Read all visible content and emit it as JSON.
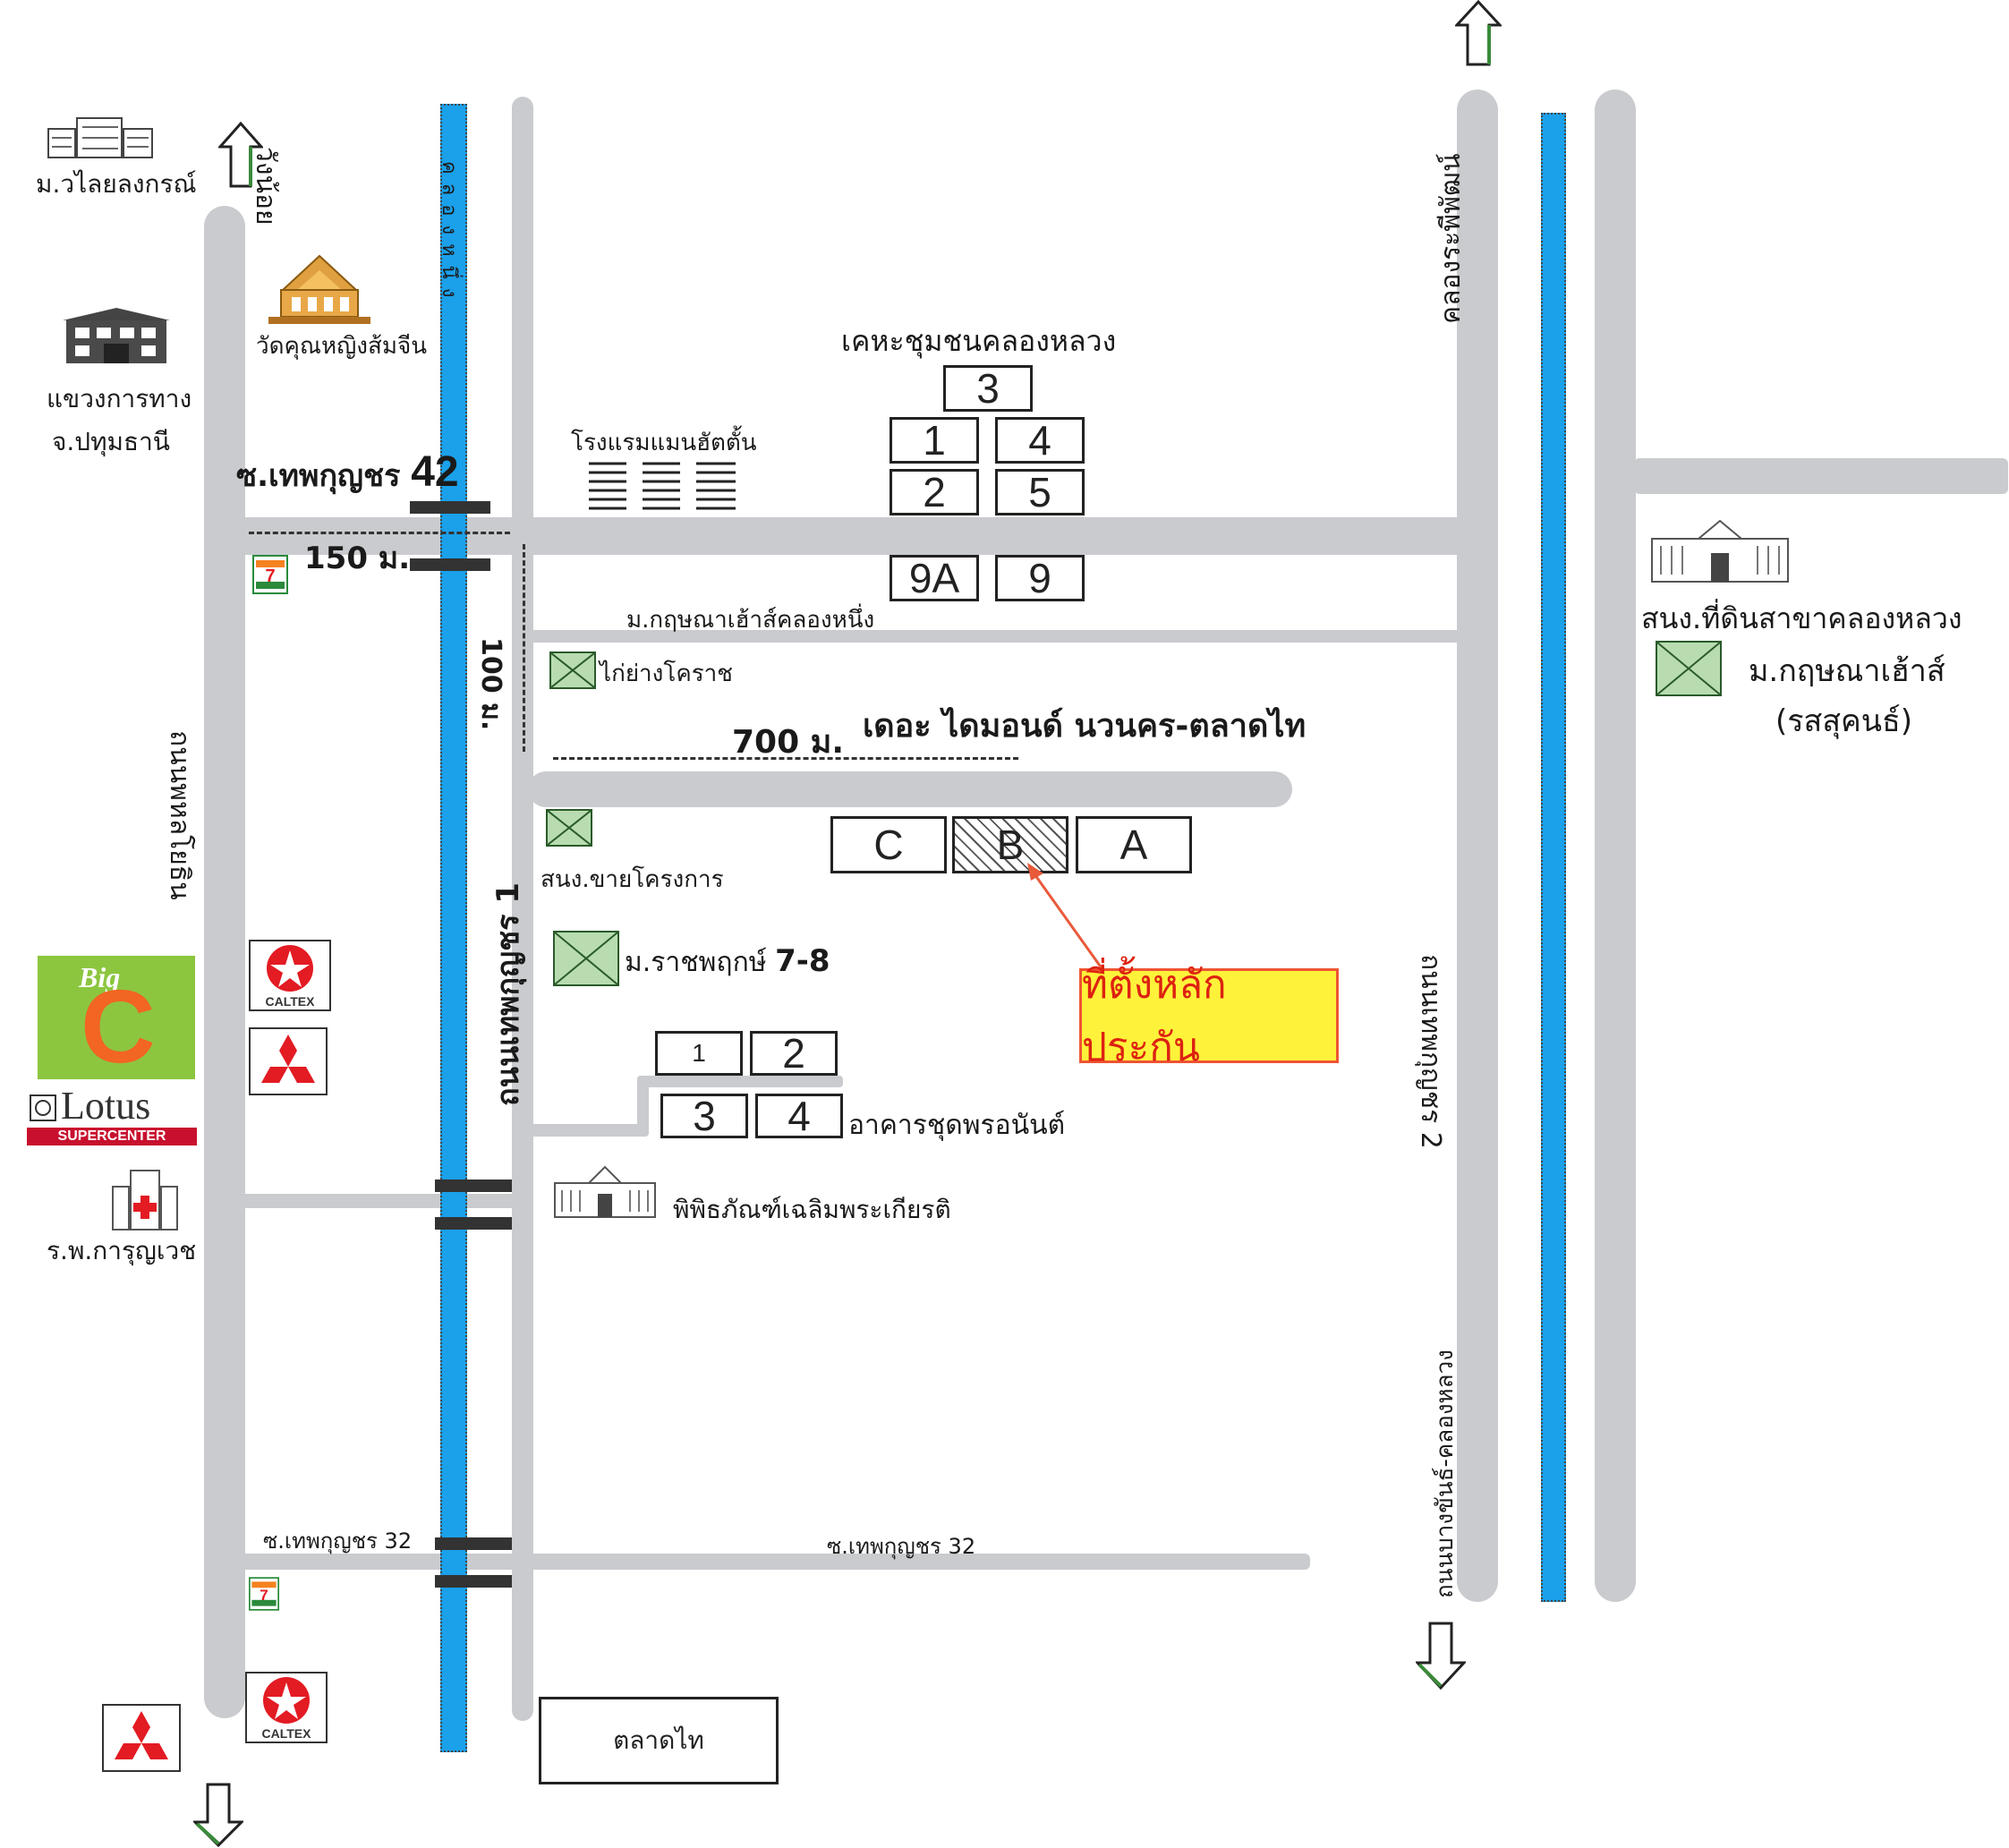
{
  "labels": {
    "univ_valaya": "ม.วไลยลงกรณ์",
    "wang_noi": "วังน้อย",
    "wat": "วัดคุณหญิงส้มจีน",
    "highway_dept_1": "แขวงการทาง",
    "highway_dept_2": "จ.ปทุมธานี",
    "soi42": "ซ.เทพกุญชร",
    "soi42_num": "42",
    "dist150": "150 ม.",
    "hotel": "โรงแรมแมนฮัตตั้น",
    "community": "เคหะชุมชนคลองหลวง",
    "krisana_1": "ม.กฤษณาเฮ้าส์คลองหนึ่ง",
    "kai_yang": "ไก่ย่างโคราช",
    "dist100": "100 ม.",
    "dist700": "700 ม.",
    "diamond": "เดอะ ไดมอนด์ นวนคร-ตลาดไท",
    "sales_office": "สนง.ขายโครงการ",
    "rachaphruek": "ม.ราชพฤกษ์",
    "rachaphruek_num": "7-8",
    "callout": "ที่ตั้งหลักประกัน",
    "condo": "อาคารชุดพรอนันต์",
    "museum": "พิพิธภัณฑ์เฉลิมพระเกียรติ",
    "hospital": "ร.พ.การุญเวช",
    "soi32_left": "ซ.เทพกุญชร 32",
    "soi32_right": "ซ.เทพกุญชร 32",
    "market": "ตลาดไท",
    "phahon": "ถนนพหลโยธิน",
    "thep_1": "ถนนเทพกุญชร 1",
    "thep_2": "ถนนเทพกุญชร 2",
    "bang_khan": "ถนนบางขันธ์-คลองหลวง",
    "khlong_phra": "คลองระพีพัฒน์",
    "canal": "คลองหนึ่ง",
    "land_office": "สนง.ที่ดินสาขาคลองหลวง",
    "krisana_2": "ม.กฤษณาเฮ้าส์",
    "krisana_2b": "(รสสุคนธ์)",
    "caltex": "CALTEX",
    "lotus": "Lotus",
    "lotus_sub": "SUPERCENTER",
    "big": "Big",
    "big_c": "C"
  },
  "blocks": {
    "community": [
      "3",
      "1",
      "4",
      "2",
      "5",
      "9A",
      "9"
    ],
    "project": [
      "C",
      "B",
      "A"
    ],
    "condo": [
      "1",
      "2",
      "3",
      "4"
    ]
  },
  "colors": {
    "road": "#c9cbce",
    "canal": "#1ba0ea",
    "callout_bg": "#fff23a",
    "callout_text": "#d21111",
    "bigc_green": "#8cc63f",
    "bigc_orange": "#f26522"
  }
}
